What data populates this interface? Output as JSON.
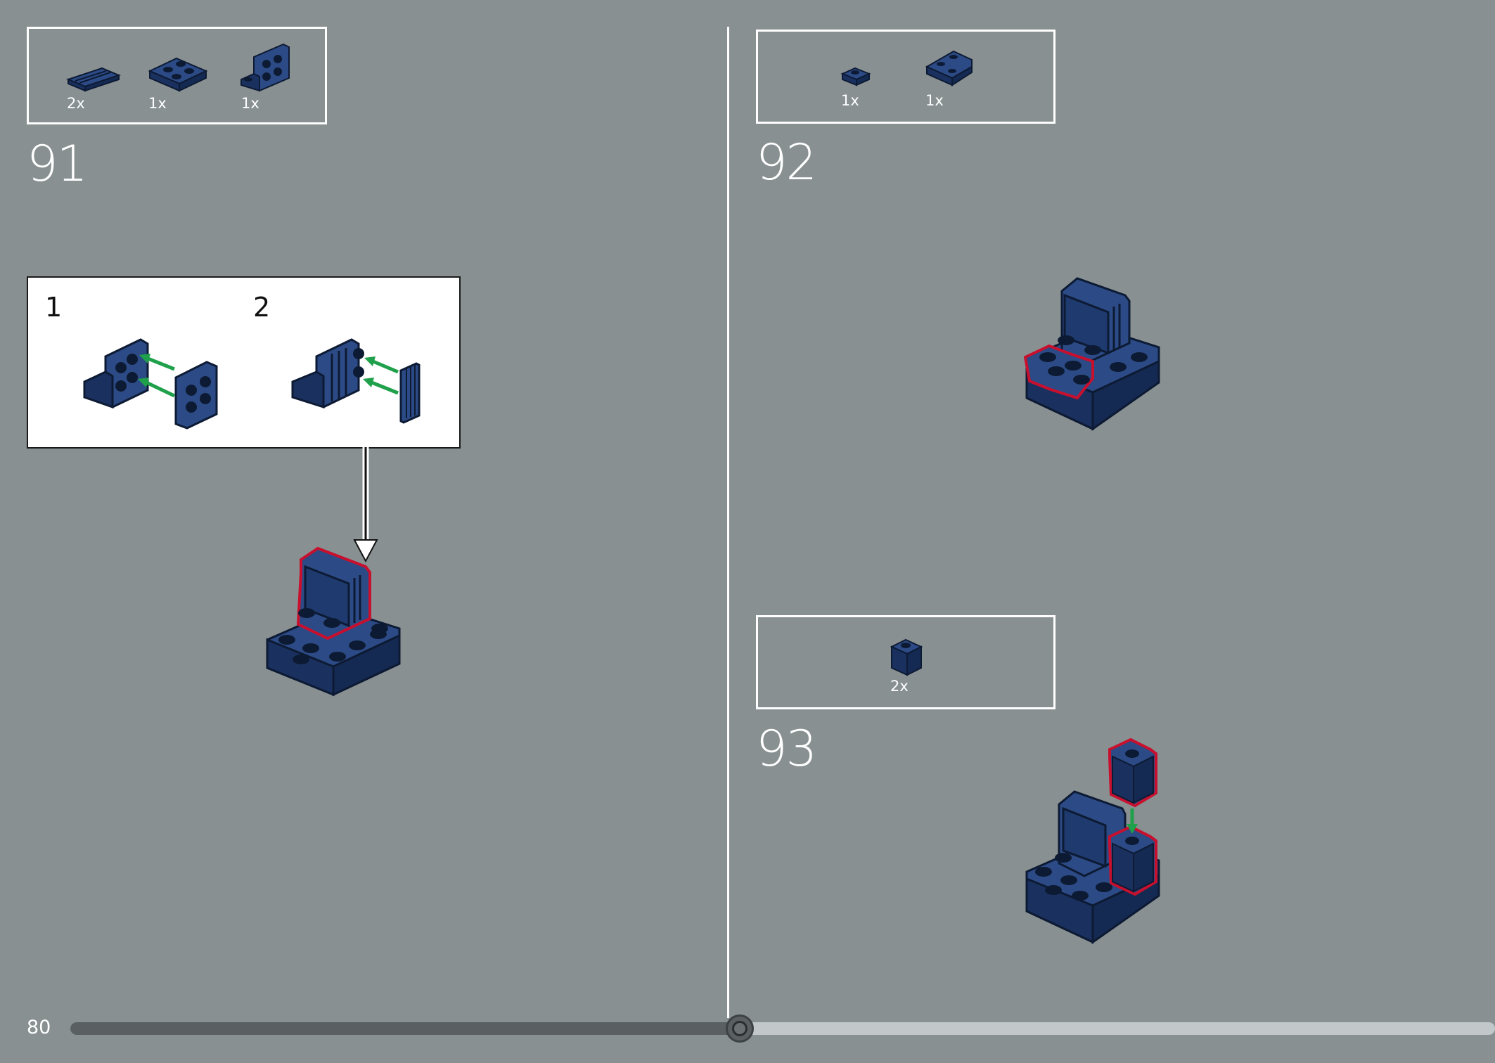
{
  "colors": {
    "background": "#889092",
    "brick": "#1e3a6e",
    "brick_dark": "#152a52",
    "highlight": "#c8102e",
    "arrow": "#1fa04a"
  },
  "steps": [
    {
      "number": "91",
      "parts": [
        {
          "icon": "tile-1x4-icon",
          "qty": "2x"
        },
        {
          "icon": "plate-2x2-icon",
          "qty": "1x"
        },
        {
          "icon": "bracket-plate-icon",
          "qty": "1x"
        }
      ],
      "substeps": [
        {
          "label": "1"
        },
        {
          "label": "2"
        }
      ]
    },
    {
      "number": "92",
      "parts": [
        {
          "icon": "plate-1x1-icon",
          "qty": "1x"
        },
        {
          "icon": "wedge-plate-icon",
          "qty": "1x"
        }
      ]
    },
    {
      "number": "93",
      "parts": [
        {
          "icon": "brick-1x1-icon",
          "qty": "2x"
        }
      ]
    }
  ],
  "footer": {
    "page_number": "80",
    "progress": 0.47
  }
}
